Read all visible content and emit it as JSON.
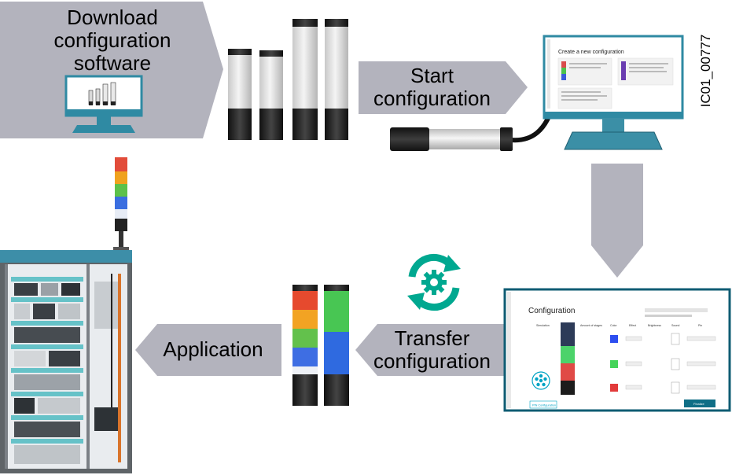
{
  "steps": {
    "download": "Download configuration software",
    "start": "Start configuration",
    "transfer": "Transfer configuration",
    "application": "Application"
  },
  "figure_code": "IC01_00777",
  "screen1": {
    "title": "Create a new configuration"
  },
  "screen2": {
    "title": "Configuration",
    "col_headers": [
      "Simulation",
      "Amount of stages",
      "Color",
      "Effect",
      "Brightness",
      "Sound",
      "Pin"
    ],
    "button": "Finalize",
    "pin_button": "PIN Configuration"
  },
  "colors": {
    "arrow": "#b3b3bd",
    "teal": "#00a890",
    "monitor": "#3b8fa6",
    "screen_frame": "#0f5c73"
  }
}
